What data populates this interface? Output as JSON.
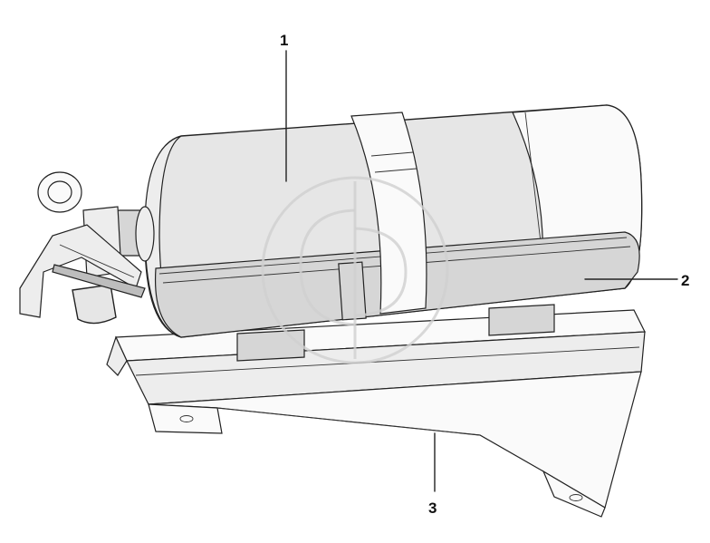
{
  "callouts": [
    {
      "id": "1",
      "label": "1"
    },
    {
      "id": "2",
      "label": "2"
    },
    {
      "id": "3",
      "label": "3"
    }
  ],
  "watermark": {
    "icon": "gb-logo-watermark-icon"
  }
}
